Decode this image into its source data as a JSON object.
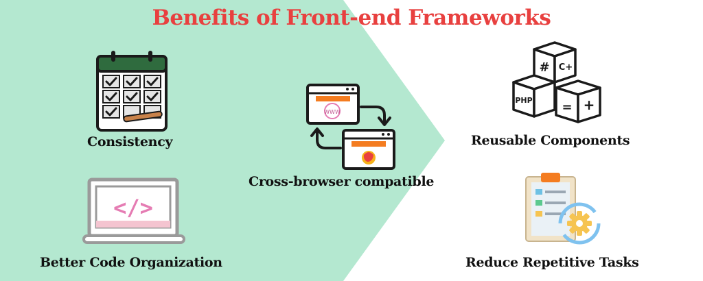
{
  "title": "Benefits of Front-end Frameworks",
  "colors": {
    "title": "#e8403f",
    "background_shape": "#b4e8d0",
    "accent_orange": "#f47c20",
    "outline": "#1a1a1a"
  },
  "benefits": [
    {
      "label": "Consistency",
      "icon": "calendar-checklist-icon"
    },
    {
      "label": "Better Code Organization",
      "icon": "laptop-code-icon"
    },
    {
      "label": "Cross-browser compatible",
      "icon": "browser-windows-icon"
    },
    {
      "label": "Reusable Components",
      "icon": "code-cubes-icon"
    },
    {
      "label": "Reduce Repetitive Tasks",
      "icon": "clipboard-gear-icon"
    }
  ],
  "cube_labels": [
    "#",
    "C+",
    "PHP",
    "=",
    "+"
  ],
  "code_glyph": "</>",
  "www_label": "WWW"
}
